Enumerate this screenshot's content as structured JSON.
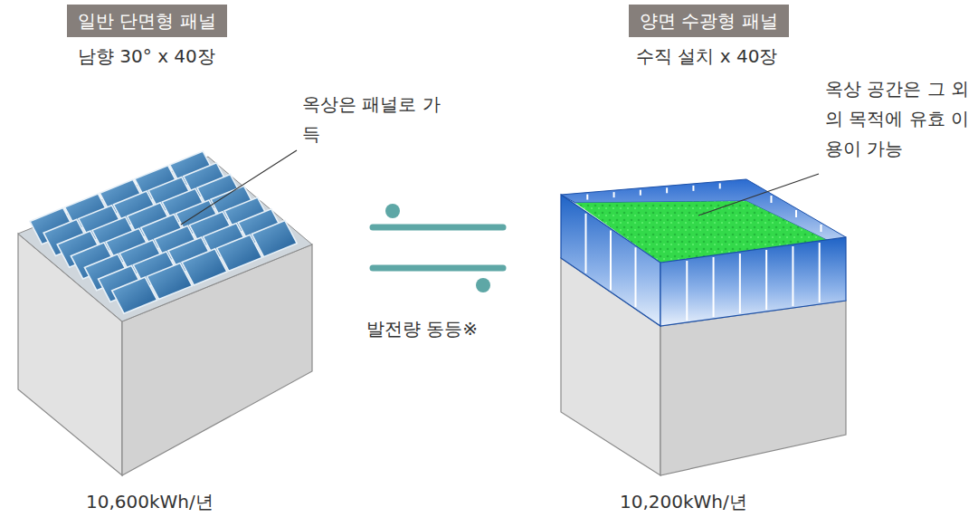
{
  "diagram": {
    "nodes": [
      {
        "text": [
          "일반 단면형 패널"
        ]
      },
      {
        "text": [
          "양면 수광형 패널"
        ]
      }
    ],
    "labels": [
      "남향 30° x 40장",
      "옥상은 패널로 가득",
      "발전량 동등※",
      "10,600kWh/년",
      "수직 설치 x 40장",
      "옥상 공간은 그 외의 목적에 유효 이용이 가능",
      "10,200kWh/년"
    ]
  }
}
